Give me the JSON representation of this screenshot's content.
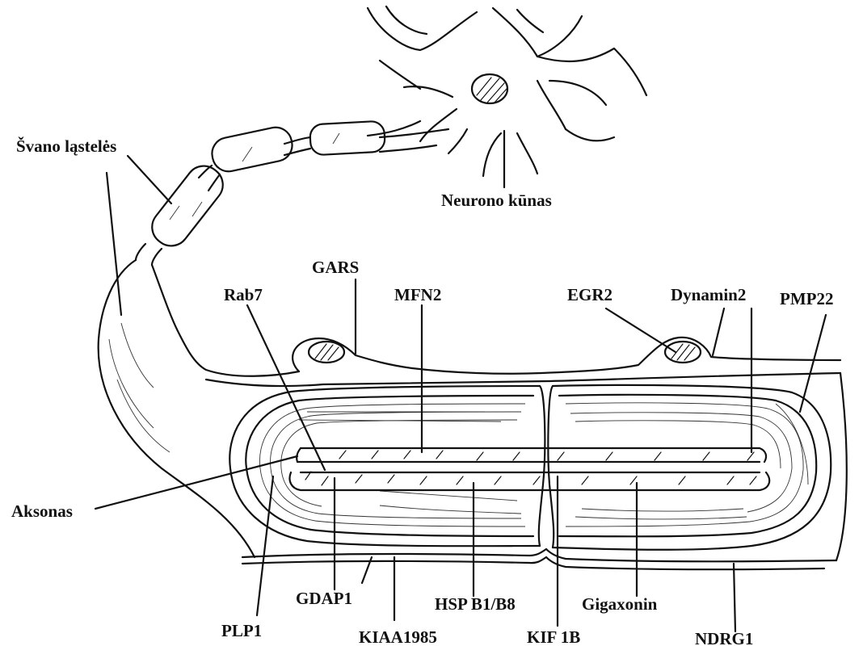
{
  "labels": {
    "schwann": "Švano ląstelės",
    "neuron_body": "Neurono kūnas",
    "gars": "GARS",
    "rab7": "Rab7",
    "mfn2": "MFN2",
    "egr2": "EGR2",
    "dynamin2": "Dynamin2",
    "pmp22": "PMP22",
    "axon": "Aksonas",
    "gdap1": "GDAP1",
    "hspb": "HSP B1/B8",
    "gigaxonin": "Gigaxonin",
    "plp1": "PLP1",
    "kiaa": "KIAA1985",
    "kif1b": "KIF 1B",
    "ndrg1": "NDRG1"
  }
}
